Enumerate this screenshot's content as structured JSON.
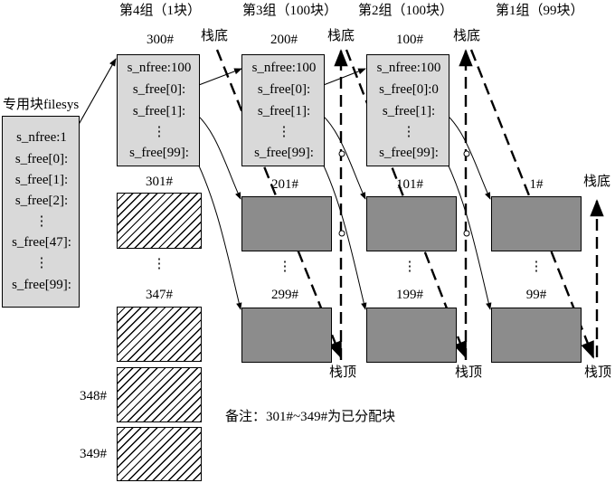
{
  "groups": {
    "g4": {
      "title": "第4组（1块）",
      "top_id": "300#",
      "fields": [
        "s_nfree:100",
        "s_free[0]:",
        "s_free[1]:",
        "⋮",
        "s_free[99]:"
      ]
    },
    "g3": {
      "title": "第3组（100块）",
      "top_id": "200#",
      "fields": [
        "s_nfree:100",
        "s_free[0]:",
        "s_free[1]:",
        "⋮",
        "s_free[99]:"
      ]
    },
    "g2": {
      "title": "第2组（100块）",
      "top_id": "100#",
      "fields": [
        "s_nfree:100",
        "s_free[0]:0",
        "s_free[1]:",
        "⋮",
        "s_free[99]:"
      ]
    },
    "g1": {
      "title": "第1组（99块）"
    }
  },
  "stack_bottom": "栈底",
  "stack_top": "栈顶",
  "filesys": {
    "label": "专用块filesys",
    "fields": [
      "s_nfree:1",
      "s_free[0]:",
      "s_free[1]:",
      "s_free[2]:",
      "⋮",
      "s_free[47]:",
      "⋮",
      "s_free[99]:"
    ]
  },
  "block_ids": {
    "b301": "301#",
    "b347": "347#",
    "b348": "348#",
    "b349": "349#",
    "b201": "201#",
    "b299": "299#",
    "b101": "101#",
    "b199": "199#",
    "b1": "1#",
    "b99": "99#"
  },
  "dots": "⋮",
  "note": "备注：301#~349#为已分配块"
}
